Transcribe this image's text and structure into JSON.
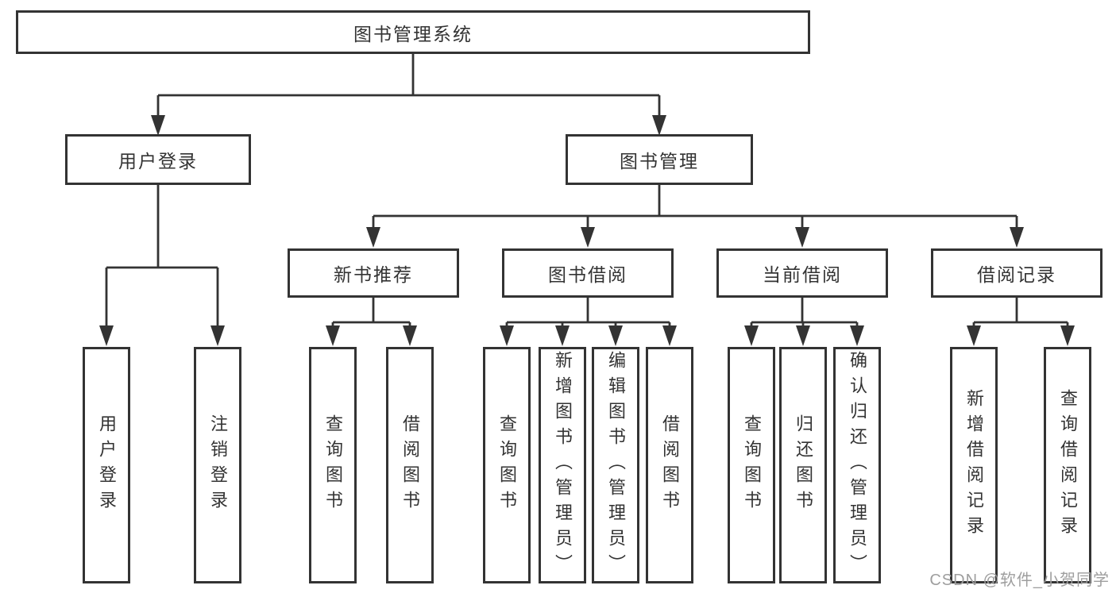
{
  "colors": {
    "line-color": "#333333",
    "text-color": "#333333",
    "watermark-color": "#9e9e9e",
    "canvas-bg": "#ffffff"
  },
  "tree": {
    "root": {
      "label": "图书管理系统"
    },
    "level2": [
      {
        "label": "用户登录",
        "children": [
          {
            "label": "用户登录"
          },
          {
            "label": "注销登录"
          }
        ]
      },
      {
        "label": "图书管理",
        "children": [
          {
            "label": "新书推荐",
            "children": [
              {
                "label": "查询图书"
              },
              {
                "label": "借阅图书"
              }
            ]
          },
          {
            "label": "图书借阅",
            "children": [
              {
                "label": "查询图书"
              },
              {
                "label": "新增图书（管理员）"
              },
              {
                "label": "编辑图书（管理员）"
              },
              {
                "label": "借阅图书"
              }
            ]
          },
          {
            "label": "当前借阅",
            "children": [
              {
                "label": "查询图书"
              },
              {
                "label": "归还图书"
              },
              {
                "label": "确认归还（管理员）"
              }
            ]
          },
          {
            "label": "借阅记录",
            "children": [
              {
                "label": "新增借阅记录"
              },
              {
                "label": "查询借阅记录"
              }
            ]
          }
        ]
      }
    ]
  },
  "watermark": {
    "text": "CSDN @软件_小贺同学"
  }
}
